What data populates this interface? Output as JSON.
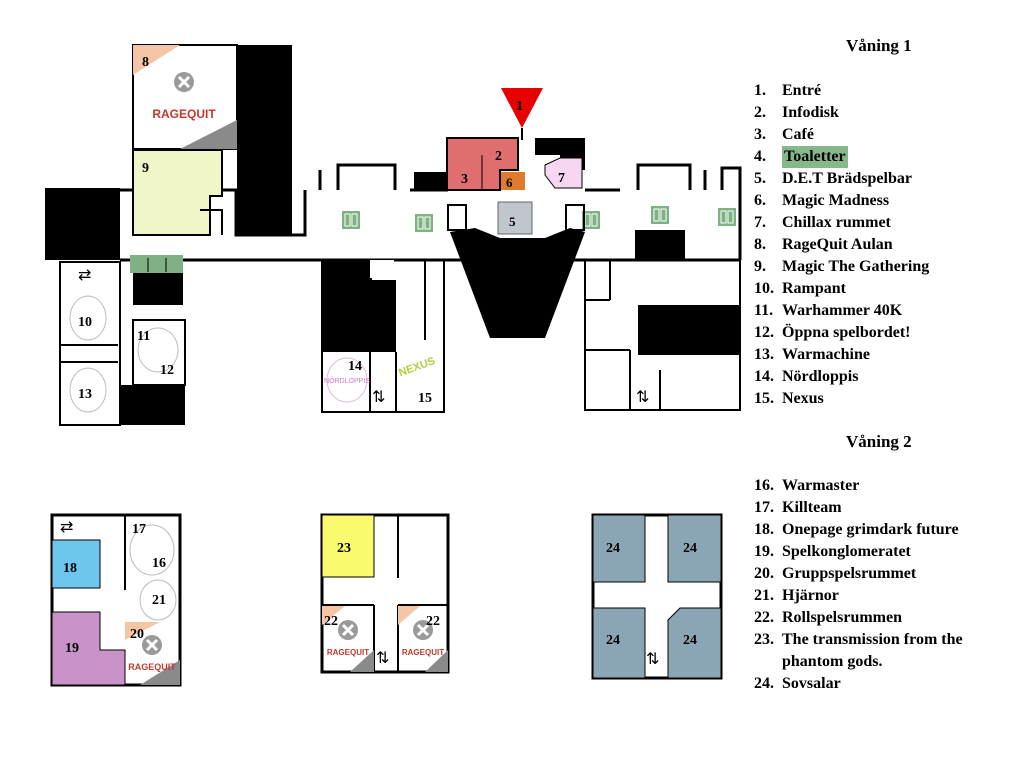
{
  "floor1": {
    "heading": "Våning 1",
    "items": [
      {
        "num": "1.",
        "label": "Entré"
      },
      {
        "num": "2.",
        "label": "Infodisk"
      },
      {
        "num": "3.",
        "label": "Café"
      },
      {
        "num": "4.",
        "label": "Toaletter",
        "highlight": true
      },
      {
        "num": "5.",
        "label": "D.E.T Brädspelbar"
      },
      {
        "num": "6.",
        "label": "Magic Madness"
      },
      {
        "num": "7.",
        "label": "Chillax rummet"
      },
      {
        "num": "8.",
        "label": "RageQuit Aulan"
      },
      {
        "num": "9.",
        "label": "Magic The Gathering"
      },
      {
        "num": "10.",
        "label": "Rampant"
      },
      {
        "num": "11.",
        "label": "Warhammer 40K"
      },
      {
        "num": "12.",
        "label": "Öppna spelbordet!"
      },
      {
        "num": "13.",
        "label": "Warmachine"
      },
      {
        "num": "14.",
        "label": "Nördloppis"
      },
      {
        "num": "15.",
        "label": "Nexus"
      }
    ]
  },
  "floor2": {
    "heading": "Våning 2",
    "items": [
      {
        "num": "16.",
        "label": "Warmaster"
      },
      {
        "num": "17.",
        "label": "Killteam"
      },
      {
        "num": "18.",
        "label": "Onepage grimdark future"
      },
      {
        "num": "19.",
        "label": "Spelkonglomeratet"
      },
      {
        "num": "20.",
        "label": "Gruppspelsrummet"
      },
      {
        "num": "21.",
        "label": "Hjärnor"
      },
      {
        "num": "22.",
        "label": "Rollspelsrummen"
      },
      {
        "num": "23.",
        "label": "The transmission from the phantom gods."
      },
      {
        "num": "24.",
        "label": "Sovsalar"
      }
    ]
  },
  "map": {
    "room_numbers": {
      "r1": "1",
      "r2": "2",
      "r3": "3",
      "r5": "5",
      "r6": "6",
      "r7": "7",
      "r8": "8",
      "r9": "9",
      "r10": "10",
      "r11": "11",
      "r12": "12",
      "r13": "13",
      "r14": "14",
      "r15": "15",
      "r16": "16",
      "r17": "17",
      "r18": "18",
      "r19": "19",
      "r20": "20",
      "r21": "21",
      "r22a": "22",
      "r22b": "22",
      "r23": "23",
      "r24a": "24",
      "r24b": "24",
      "r24c": "24",
      "r24d": "24"
    },
    "logos": {
      "ragequit": "RAGEQUIT",
      "nexus": "NEXUS",
      "nordloppis": "NÖRDLOPPIS"
    },
    "colors": {
      "wall": "#000000",
      "toilet": "#7fb184",
      "cafe": "#e06e6e",
      "magic_madness": "#e07a2c",
      "chillax": "#f6d6f0",
      "mtg": "#f0f6c8",
      "entrance": "#e60000",
      "onepage": "#6cc6ee",
      "spelkonglomeratet": "#c993c9",
      "transmission": "#fafa6e",
      "sovsalar": "#8aa6b5",
      "ragequit_peach": "#f5c6a6",
      "ragequit_grey": "#8a8a8a"
    },
    "icons": [
      "entrance-arrow-icon",
      "toilet-icon",
      "stairs-icon",
      "elevator-icon",
      "ragequit-logo",
      "nexus-logo",
      "nordloppis-logo"
    ]
  }
}
